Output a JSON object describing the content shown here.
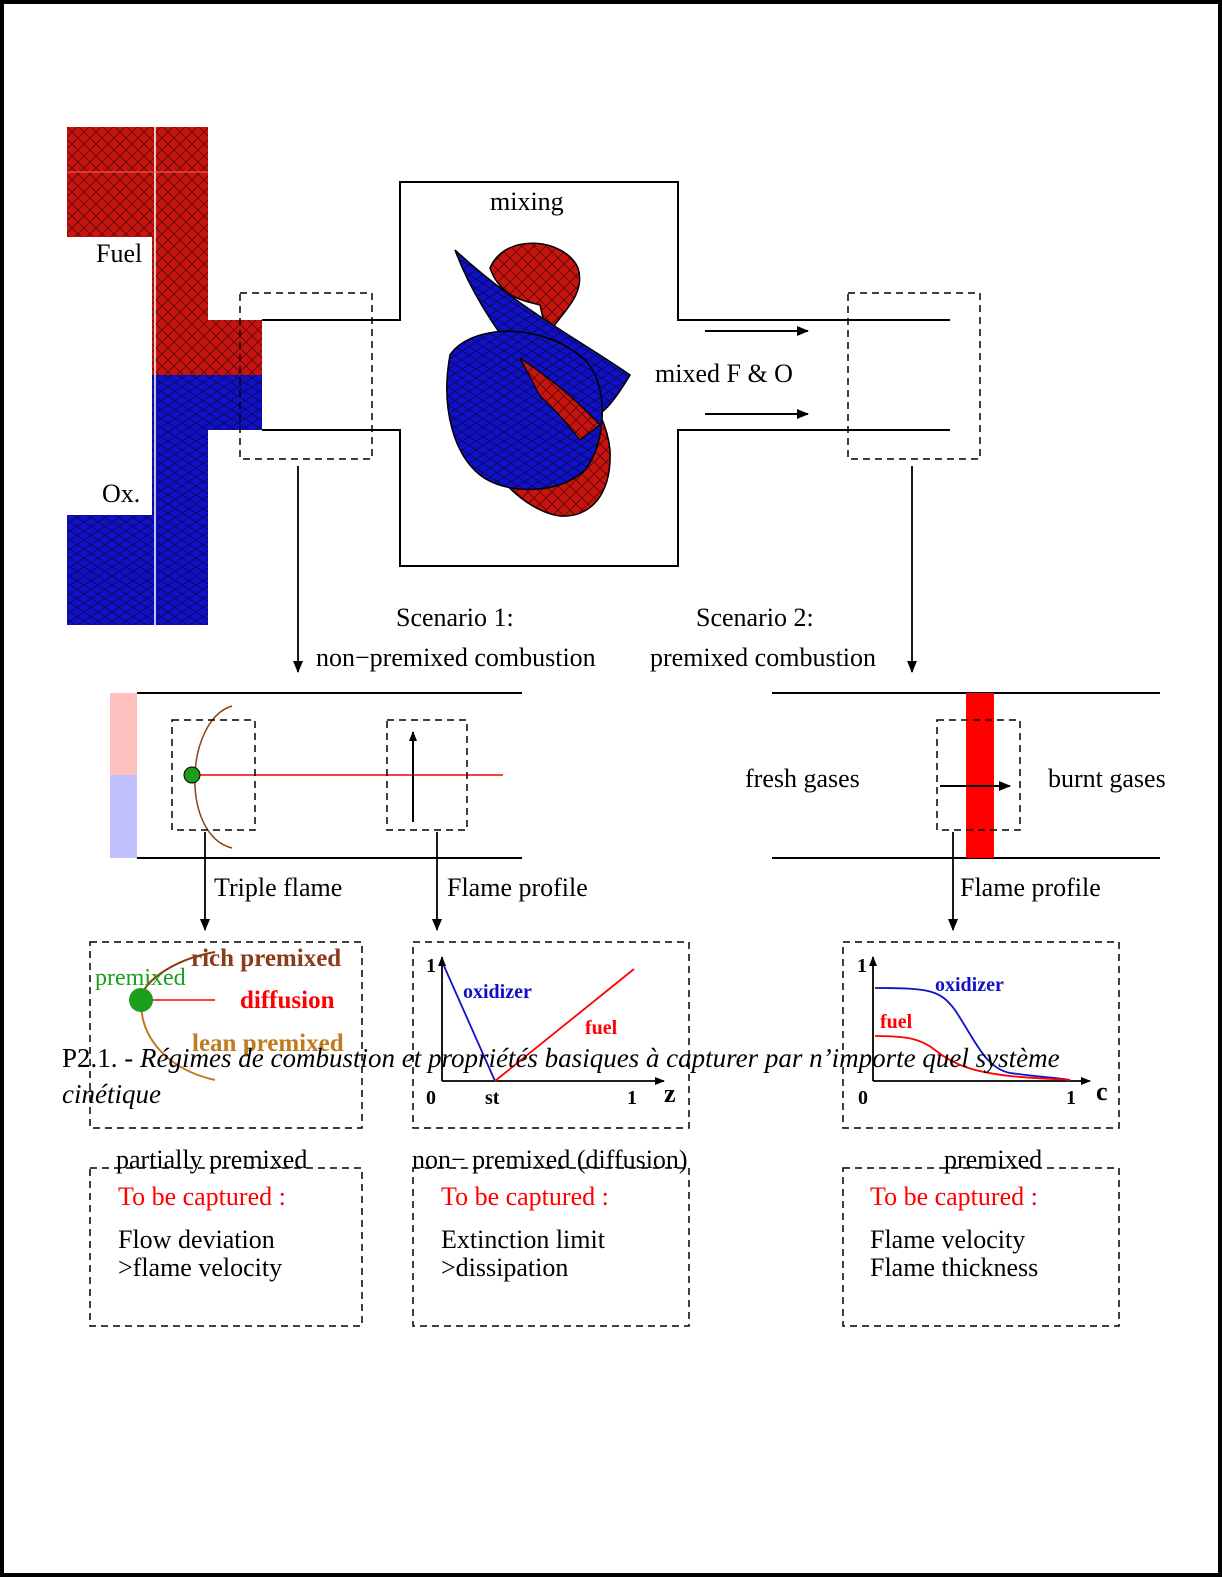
{
  "colors": {
    "fuel": "#c8140f",
    "oxidizer": "#1010c8",
    "flame_red": "#ff0000",
    "premixed_green": "#1b9e1b",
    "rich_brown": "#8b3a1a",
    "lean_orange": "#c07a20",
    "emph_red": "#ff0000"
  },
  "top": {
    "fuel_label": "Fuel",
    "ox_label": "Ox.",
    "mixing_label": "mixing",
    "mixed_label": "mixed F & O"
  },
  "scenario1": {
    "title_line1": "Scenario 1:",
    "title_line2": "non−premixed combustion",
    "triple_flame_label": "Triple flame",
    "flame_profile_label": "Flame profile",
    "triple_box": {
      "premixed": "premixed",
      "rich": "rich premixed",
      "diffusion": "diffusion",
      "lean": "lean premixed"
    },
    "profile_box": {
      "y_tick": "1",
      "x0": "0",
      "x_st": "st",
      "x1": "1",
      "x_axis": "z",
      "oxidizer": "oxidizer",
      "fuel": "fuel"
    },
    "partial_title": "partially premixed",
    "nonpremixed_title": "non− premixed (diffusion)",
    "capture_a": {
      "header": "To be captured :",
      "line1": "Flow deviation",
      "line2": ">flame velocity"
    },
    "capture_b": {
      "header": "To be captured :",
      "line1": "Extinction limit",
      "line2": ">dissipation"
    }
  },
  "scenario2": {
    "title_line1": "Scenario 2:",
    "title_line2": "premixed combustion",
    "fresh_label": "fresh gases",
    "burnt_label": "burnt gases",
    "flame_profile_label": "Flame profile",
    "profile_box": {
      "y_tick": "1",
      "x0": "0",
      "x1": "1",
      "x_axis": "c",
      "oxidizer": "oxidizer",
      "fuel": "fuel"
    },
    "premixed_title": "premixed",
    "capture": {
      "header": "To be captured :",
      "line1": "Flame velocity",
      "line2": "Flame thickness"
    }
  },
  "caption": {
    "number": "P2.1. -",
    "text": "Régimes de combustion et propriétés basiques à capturer par n’importe quel système cinétique"
  }
}
